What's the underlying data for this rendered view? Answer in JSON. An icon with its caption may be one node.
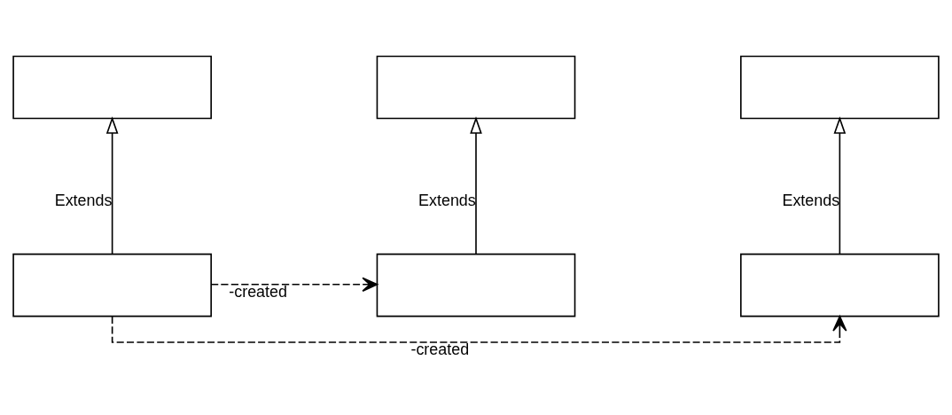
{
  "diagram": {
    "nodes": [
      {
        "text": [],
        "shape": "box"
      },
      {
        "text": [],
        "shape": "box"
      },
      {
        "text": [],
        "shape": "box"
      },
      {
        "text": [],
        "shape": "box"
      },
      {
        "text": [],
        "shape": "box"
      },
      {
        "text": [],
        "shape": "box"
      }
    ],
    "edges": [
      {
        "from": 3,
        "to": 0,
        "arrow": "to",
        "label": "Extends"
      },
      {
        "from": 4,
        "to": 1,
        "arrow": "to",
        "label": "Extends"
      },
      {
        "from": 5,
        "to": 2,
        "arrow": "to",
        "label": "Extends"
      },
      {
        "from": 3,
        "to": 4,
        "arrow": "to",
        "label": "-created",
        "style": "dashed"
      },
      {
        "from": 3,
        "to": 5,
        "arrow": "to",
        "label": "-created",
        "style": "dashed"
      }
    ]
  }
}
